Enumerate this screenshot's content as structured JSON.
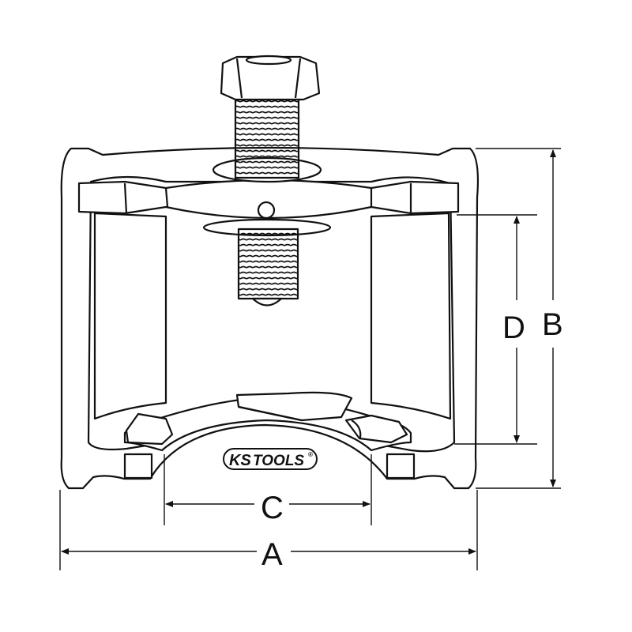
{
  "diagram": {
    "dimensions": {
      "a": "A",
      "b": "B",
      "c": "C",
      "d": "D"
    },
    "logo": {
      "brand_ks": "KS",
      "brand_tools": "TOOLS",
      "registered_mark": "®"
    },
    "colors": {
      "line": "#111111",
      "background": "#ffffff"
    }
  }
}
